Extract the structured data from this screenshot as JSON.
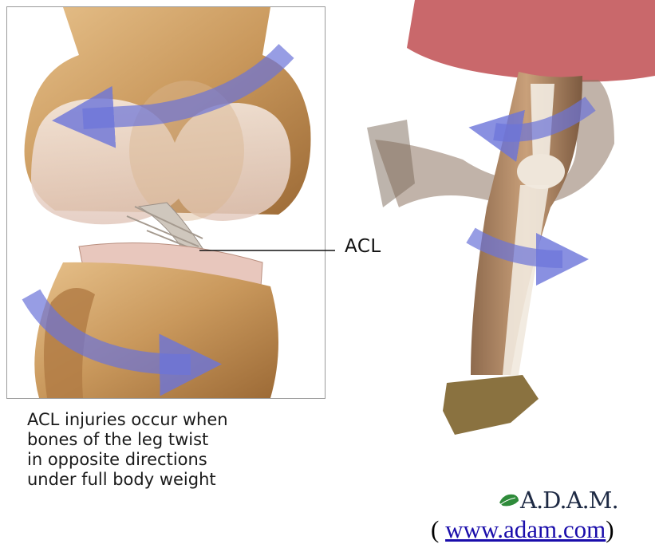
{
  "callout": {
    "label": "ACL"
  },
  "caption": {
    "lines": [
      "ACL injuries occur when",
      "bones of the leg twist",
      "in opposite directions",
      "under full body weight"
    ]
  },
  "logo": {
    "text": "A.D.A.M."
  },
  "credit": {
    "open": "( ",
    "link_text": "www.adam.com",
    "close": ")"
  },
  "colors": {
    "bone": "#d6a96a",
    "bone_dark": "#9c6a36",
    "cartilage": "#efd9cf",
    "arrow": "#6b74d9",
    "skin": "#c89a6c",
    "skirt": "#c9686b",
    "link": "#1a0dab"
  },
  "icons": [
    "twist-arrow-icon",
    "leaf-icon"
  ]
}
